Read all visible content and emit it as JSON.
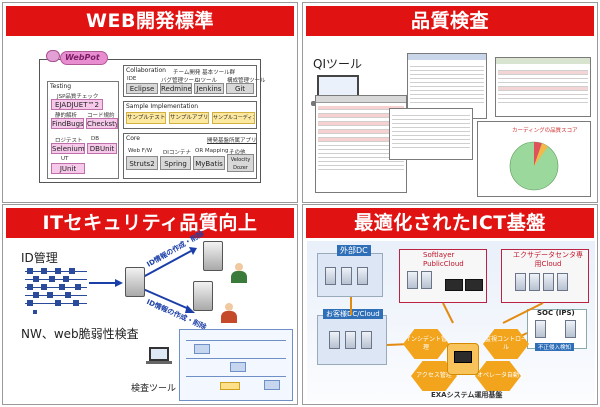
{
  "panels": {
    "web": {
      "title": "WEB開発標準",
      "logo": "WebPot",
      "testing": {
        "heading": "Testing",
        "jsp_check": "JSP品質チェック",
        "ejadjuet": "EJADJUET™2",
        "static_label": "静的解析",
        "code_check_label": "コード規約",
        "findbugs": "FindBugs",
        "checkstyle": "Checkstyle",
        "browser_label": "ロジテスト",
        "db_label": "DB",
        "selenium": "Selenium2",
        "dbunit": "DBUnit",
        "ut_label": "UT",
        "junit": "JUnit"
      },
      "collaboration": {
        "heading": "Collaboration",
        "subheading": "チーム開発 基本ツール群",
        "ide_label": "IDE",
        "issue_label": "バグ管理ツール",
        "ci_label": "CIツール",
        "scm_label": "構成管理ツール",
        "eclipse": "Eclipse",
        "redmine": "Redmine",
        "jenkins": "Jenkins",
        "git": "Git"
      },
      "samples": {
        "heading": "Sample Implementation",
        "sample_test": "サンプルテスト実装",
        "sample_app": "サンプルアプリ実装",
        "sample_coding": "サンプルコーディング実装"
      },
      "core": {
        "heading": "Core",
        "hint": "開発基盤所属アプリ",
        "web_label": "Web F/W",
        "di_label": "DIコンテナ",
        "or_label": "OR Mapping",
        "other_label": "その他",
        "struts": "Struts2",
        "spring": "Spring",
        "mybatis": "MyBatis",
        "velocity": "Velocity Dozer"
      }
    },
    "quality": {
      "title": "品質検査",
      "tool_label": "QIツール",
      "chart_caption": "カーディングの品質スコア"
    },
    "security": {
      "title": "ITセキュリティ品質向上",
      "id_mgmt": "ID管理",
      "vuln_check": "NW、web脆弱性検査",
      "id_create_1": "ID情報の作成・削除",
      "id_create_2": "ID情報の作成・削除",
      "inspection_tool": "検査ツール"
    },
    "ict": {
      "title": "最適化されたICT基盤",
      "external_dc": "外部DC",
      "softlayer": "Softlayer PublicCloud",
      "exa_dc": "エクサデータセンタ専用Cloud",
      "own_dc": "お客様DC/Cloud",
      "soc": "SOC (IPS)",
      "soc_sub": "不正侵入検知",
      "incident": "インシデント管理",
      "monitor": "監視コントロール",
      "access": "アクセス管理",
      "operator": "オペレータ自動",
      "base": "EXAシステム運用基盤"
    }
  }
}
